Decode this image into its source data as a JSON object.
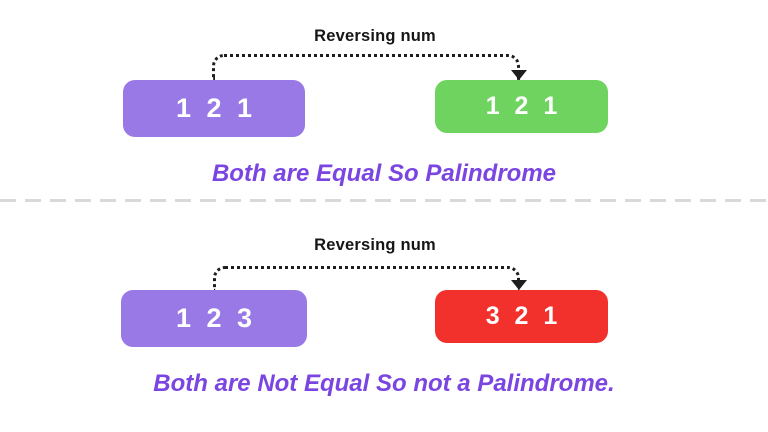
{
  "title": "Palindrome number reversal diagram",
  "colors": {
    "background": "#ffffff",
    "source_box": "#9879e6",
    "equal_result_box": "#6fd35f",
    "not_equal_result_box": "#f2302c",
    "caption_text": "#7a45e1",
    "arrow": "#1e1e1e",
    "arrow_label_text": "#161616",
    "divider": "#d9d9d9"
  },
  "sections": [
    {
      "arrow_label": "Reversing num",
      "source_value": "1 2 1",
      "result_value": "1 2 1",
      "caption": "Both are Equal So Palindrome"
    },
    {
      "arrow_label": "Reversing num",
      "source_value": "1 2 3",
      "result_value": "3 2 1",
      "caption": "Both are Not Equal So not a Palindrome."
    }
  ]
}
